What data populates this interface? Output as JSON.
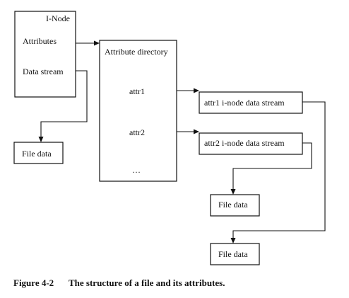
{
  "inode": {
    "title": "I-Node",
    "attributes_label": "Attributes",
    "data_stream_label": "Data stream"
  },
  "file_data_main": {
    "label": "File data"
  },
  "attribute_directory": {
    "title": "Attribute directory",
    "entries": [
      "attr1",
      "attr2",
      "..."
    ]
  },
  "attr_streams": [
    {
      "label": "attr1 i-node data stream"
    },
    {
      "label": "attr2 i-node data stream"
    }
  ],
  "attr_file_data": [
    {
      "label": "File data"
    },
    {
      "label": "File data"
    }
  ],
  "caption": {
    "number": "Figure 4-2",
    "text": "The structure of a file and its attributes."
  }
}
